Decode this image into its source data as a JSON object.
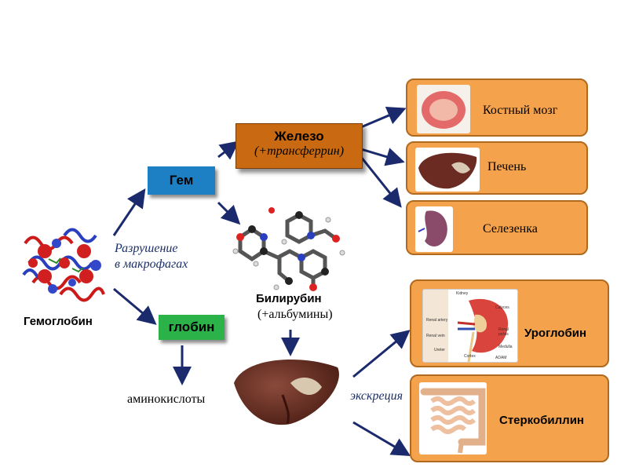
{
  "nodes": {
    "hemoglobin": "Гемоглобин",
    "breakdown_line1": "Разрушение",
    "breakdown_line2": "в макрофагах",
    "heme": "Гем",
    "globin": "глобин",
    "amino_acids": "аминокислоты",
    "iron_title": "Железо",
    "iron_subtitle": "(+трансферрин)",
    "bilirubin_title": "Билирубин",
    "bilirubin_subtitle": "(+альбумины)",
    "excretion": "экскреция"
  },
  "organs": {
    "bone_marrow": "Костный мозг",
    "liver": "Печень",
    "spleen": "Селезенка",
    "uroglobin": "Уроглобин",
    "stercobilin": "Стеркобиллин"
  },
  "kidney_labels": [
    "Kidney",
    "Calyces",
    "Renal artery",
    "Renal vein",
    "Renal pelvis",
    "Medulla",
    "Ureter",
    "Cortex",
    "ADAM"
  ],
  "colors": {
    "arrow": "#1a2a6c",
    "heme_box": "#1d7fc4",
    "globin_box": "#2bb34a",
    "iron_box": "#c96a12",
    "organ_box": "#f5a24c"
  }
}
